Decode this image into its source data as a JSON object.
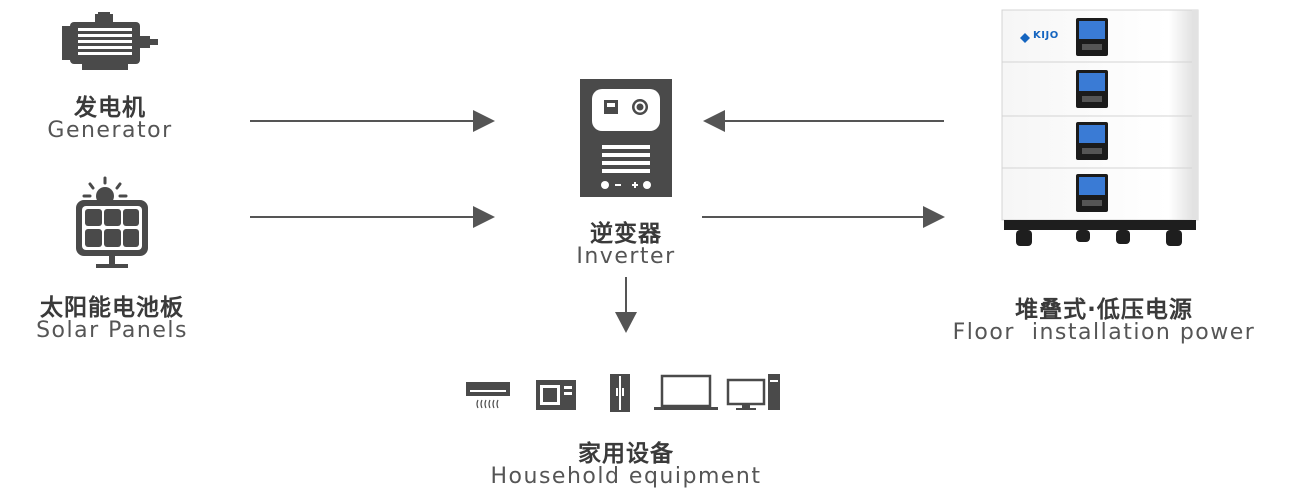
{
  "nodes": {
    "generator": {
      "cn": "发电机",
      "en": "Generator"
    },
    "solar": {
      "cn": "太阳能电池板",
      "en": "Solar Panels"
    },
    "inverter": {
      "cn": "逆变器",
      "en": "Inverter"
    },
    "battery": {
      "cn": "堆叠式·低压电源",
      "en": "Floor  installation power",
      "brand": "KIJO"
    },
    "household": {
      "cn": "家用设备",
      "en": "Household equipment"
    }
  },
  "icons": {
    "generator": "motor-icon",
    "solar": "solar-panel-icon",
    "inverter": "inverter-icon",
    "battery": "stacked-battery-icon",
    "household": [
      "air-conditioner-icon",
      "microwave-icon",
      "refrigerator-icon",
      "laptop-icon",
      "desktop-computer-icon"
    ]
  },
  "colors": {
    "icon": "#4a4a4a",
    "arrow": "#555555",
    "brand": "#1565c0"
  }
}
